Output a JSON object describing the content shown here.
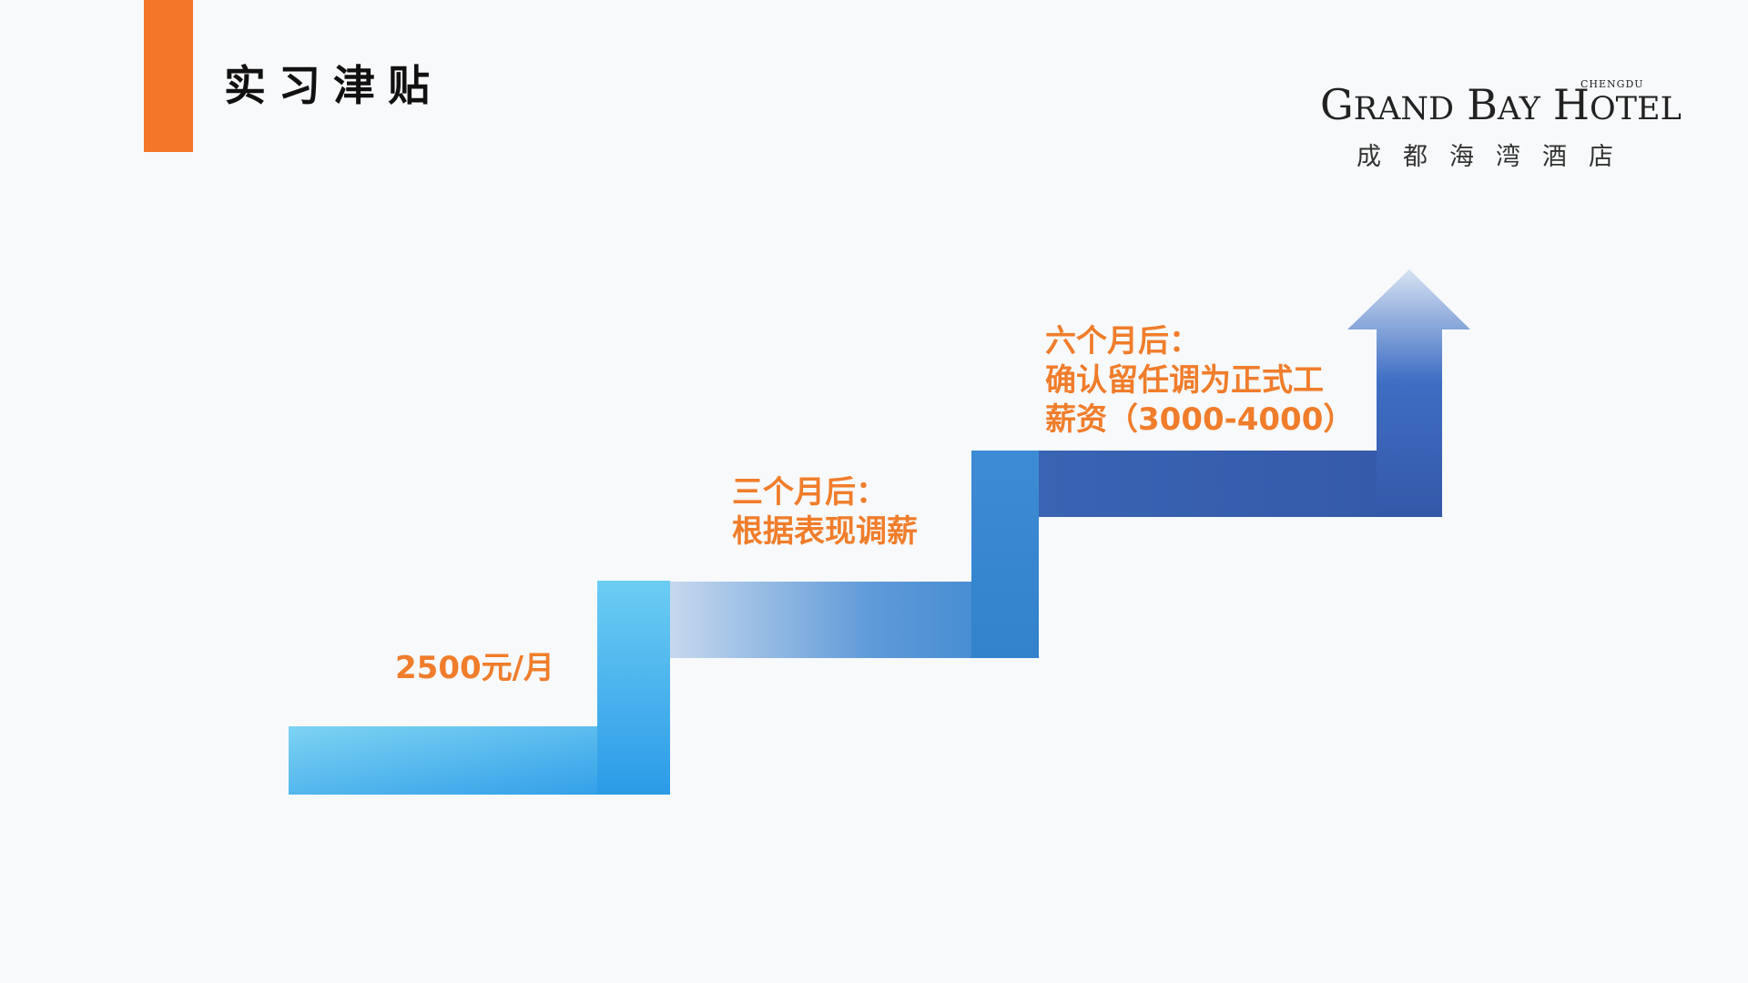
{
  "header": {
    "title": "实习津贴"
  },
  "logo": {
    "name_en_parts": [
      {
        "cap": "G",
        "rest": "RAND"
      },
      {
        "cap": "B",
        "rest": "AY"
      },
      {
        "cap": "H",
        "rest": "OTEL"
      }
    ],
    "city": "CHENGDU",
    "name_cn": "成都海湾酒店"
  },
  "steps": [
    {
      "lines": [
        "2500元/月"
      ]
    },
    {
      "lines": [
        "三个月后：",
        "根据表现调薪"
      ]
    },
    {
      "lines": [
        "六个月后：",
        "确认留任调为正式工",
        "薪资（3000-4000）"
      ]
    }
  ],
  "colors": {
    "accent": "#f47629",
    "step_text": "#f07d2b",
    "step_light": "#7dd3f2",
    "step_mid": "#2b9be8",
    "step_dark": "#3658a8"
  }
}
